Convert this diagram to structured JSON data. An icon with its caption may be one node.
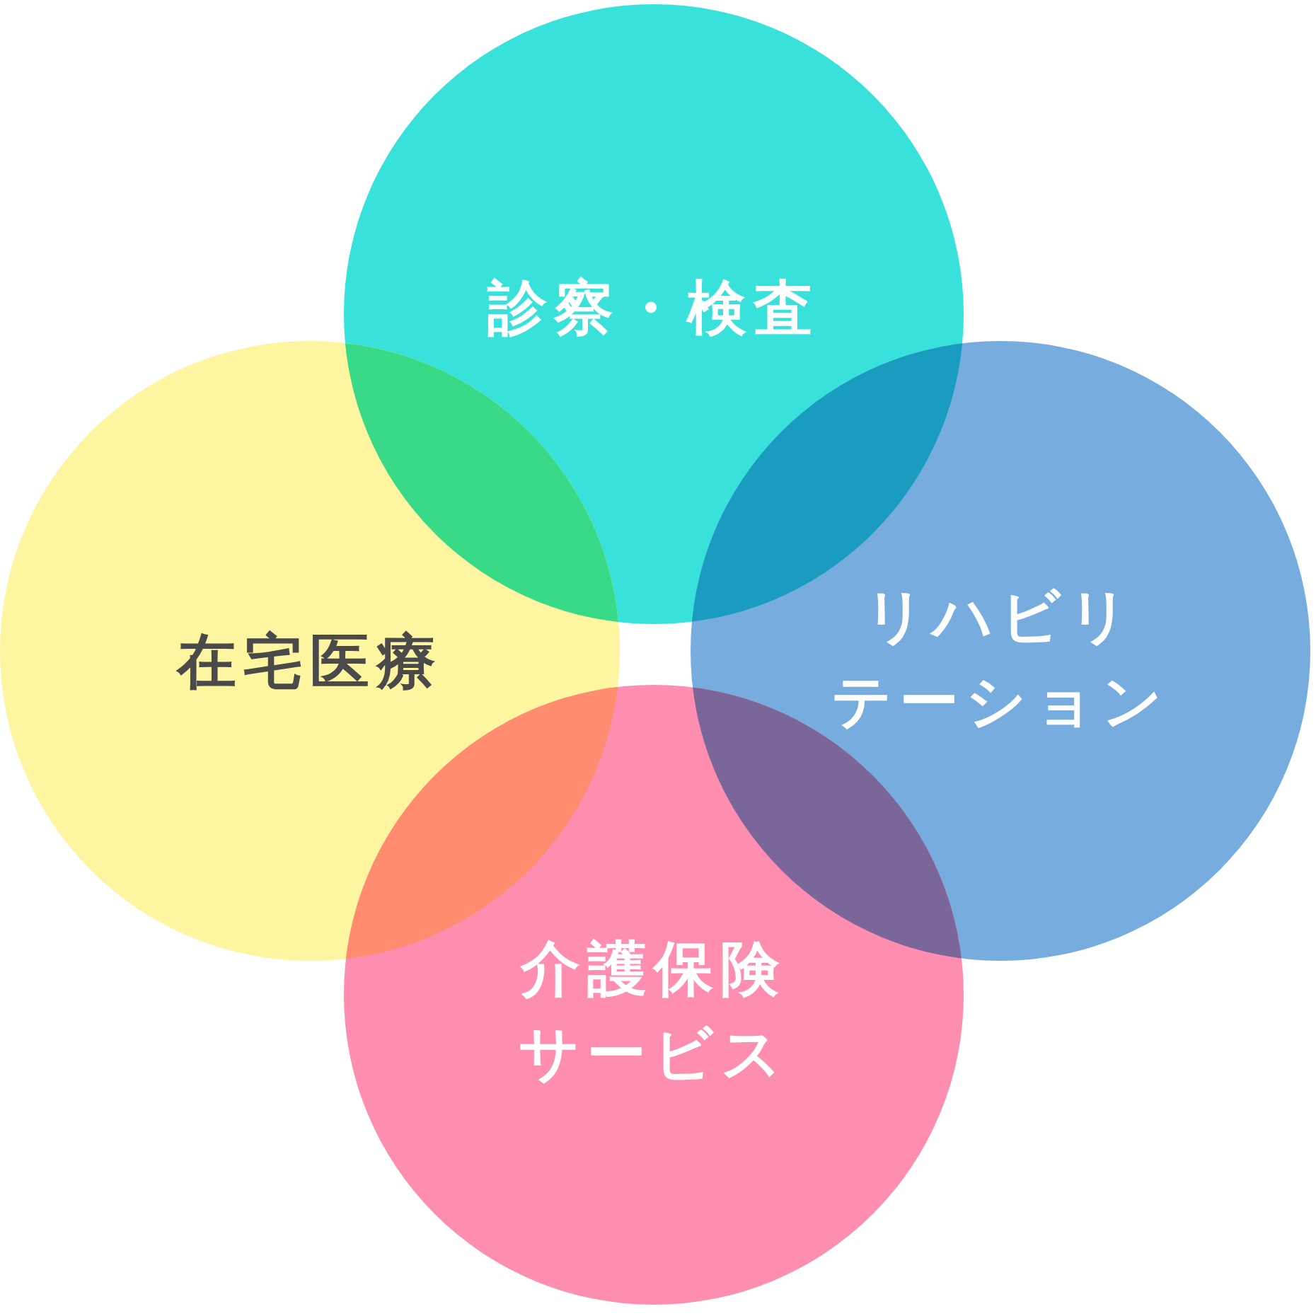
{
  "diagram": {
    "nodes": [
      {
        "text": [
          "診察・検査"
        ]
      },
      {
        "text": [
          "在宅医療"
        ]
      },
      {
        "text": [
          "リハビリテーション"
        ]
      },
      {
        "text": [
          "介護保険サービス"
        ]
      }
    ]
  }
}
